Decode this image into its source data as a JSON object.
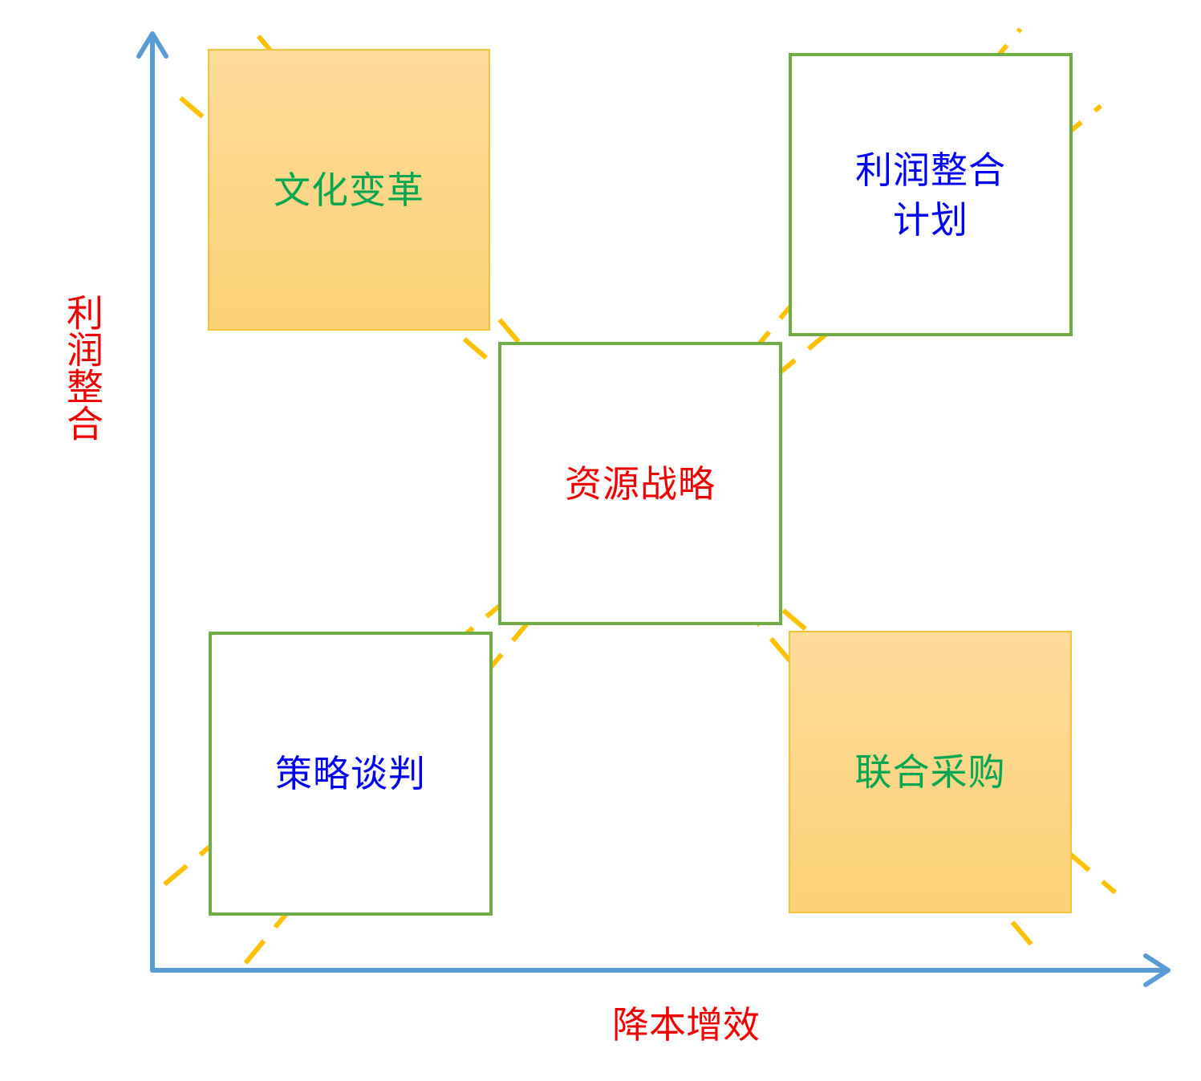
{
  "colors": {
    "axis": "#5b9bd5",
    "dashed_line": "#ffc000",
    "outline_box_border": "#70ad47",
    "filled_box_fill": "#fcd67f",
    "label_green": "#00a650",
    "label_blue": "#0000ee",
    "label_red": "#ee0000"
  },
  "axes": {
    "y_label": "利润整合",
    "x_label": "降本增效"
  },
  "boxes": {
    "top_left": {
      "label": "文化变革",
      "style": "filled"
    },
    "top_right": {
      "label": "利润整合\n计划",
      "style": "outline"
    },
    "center": {
      "label": "资源战略",
      "style": "outline"
    },
    "bottom_left": {
      "label": "策略谈判",
      "style": "outline"
    },
    "bottom_right": {
      "label": "联合采购",
      "style": "filled"
    }
  }
}
